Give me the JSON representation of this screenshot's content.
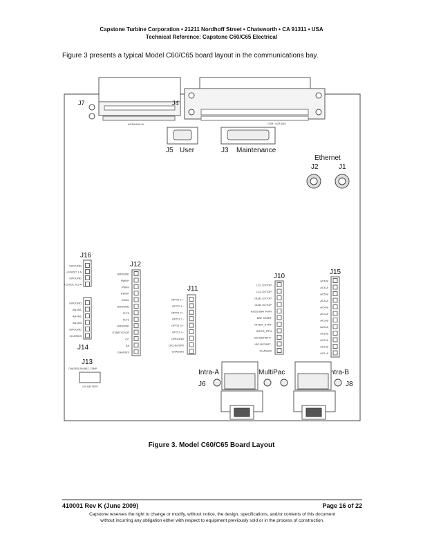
{
  "header": {
    "line1": "Capstone Turbine Corporation • 21211 Nordhoff Street • Chatsworth • CA 91311 • USA",
    "line2": "Technical Reference: Capstone C60/C65 Electrical"
  },
  "intro": "Figure 3 presents a typical Model C60/C65 board layout in the communications bay.",
  "figure": {
    "connectors": {
      "j7": "J7",
      "j4": "J4",
      "j5": "J5",
      "j3": "J3",
      "j2": "J2",
      "j1": "J1",
      "j16": "J16",
      "j14": "J14",
      "j13": "J13",
      "j12": "J12",
      "j11": "J11",
      "j10": "J10",
      "j15": "J15",
      "j6": "J6",
      "j8": "J8"
    },
    "labels": {
      "user": "User",
      "maintenance": "Maintenance",
      "ethernet": "Ethernet",
      "intra_a": "Intra-A",
      "intra_b": "Intra-B",
      "multipac": "MultiPac",
      "intra_bus_in": "INTRA BUS IN",
      "com_ucb_bus": "COM / UCB BUS",
      "j13_top": "CHASSIS   AIN   BAT_TEMP",
      "j13_bottom": "12V BATTERY"
    },
    "j16_pins": [
      "GROUND",
      "+24VDC 1 A",
      "GROUND",
      "+12VDC 0.5 A"
    ],
    "j14_pins": [
      "GROUND",
      "AN-IN1",
      "AN-IN2",
      "AN-IN3",
      "GROUND",
      "CHASSIS"
    ],
    "j12_pins": [
      "GROUND",
      "PWM+",
      "PWM-",
      "KWM+",
      "KWM-",
      "GROUND",
      "FLT2",
      "FLT1",
      "GROUND",
      "START/STOP",
      "CC",
      "SA",
      "CHASSIS"
    ],
    "j11_pins": [
      "OPTO 1 +",
      "OPTO 1 -",
      "OPTO 2 +",
      "OPTO 2 -",
      "OPTO 3 +",
      "OPTO 3 -",
      "GROUND",
      "DIG-IN SPR",
      "CHASSIS"
    ],
    "j10_pins": [
      "LCL ESTOP",
      "LCL ESTOP",
      "GLBL ESTOP",
      "GLBL ESTOP",
      "AUCB BAT PWR",
      "BAT START",
      "INTER_STRT",
      "INTER_RTN",
      "ISO BSTART+",
      "ISO BSTART-",
      "CHASSIS"
    ],
    "j15_pins": [
      "AC6-B",
      "AC6-A",
      "AC5-B",
      "AC5-A",
      "AC4-B",
      "AC4-A",
      "AC3-B",
      "AC3-A",
      "AC2-B",
      "AC2-A",
      "AC1-B",
      "AC1-A"
    ]
  },
  "caption": "Figure 3.  Model C60/C65 Board Layout",
  "footer": {
    "doc_id": "410001 Rev K (June 2009)",
    "page": "Page 16 of 22",
    "notice_line1": "Capstone reserves the right to change or modify, without notice, the design, specifications, and/or contents of this document",
    "notice_line2": "without incurring any obligation either with respect to equipment previously sold or in the process of construction."
  }
}
